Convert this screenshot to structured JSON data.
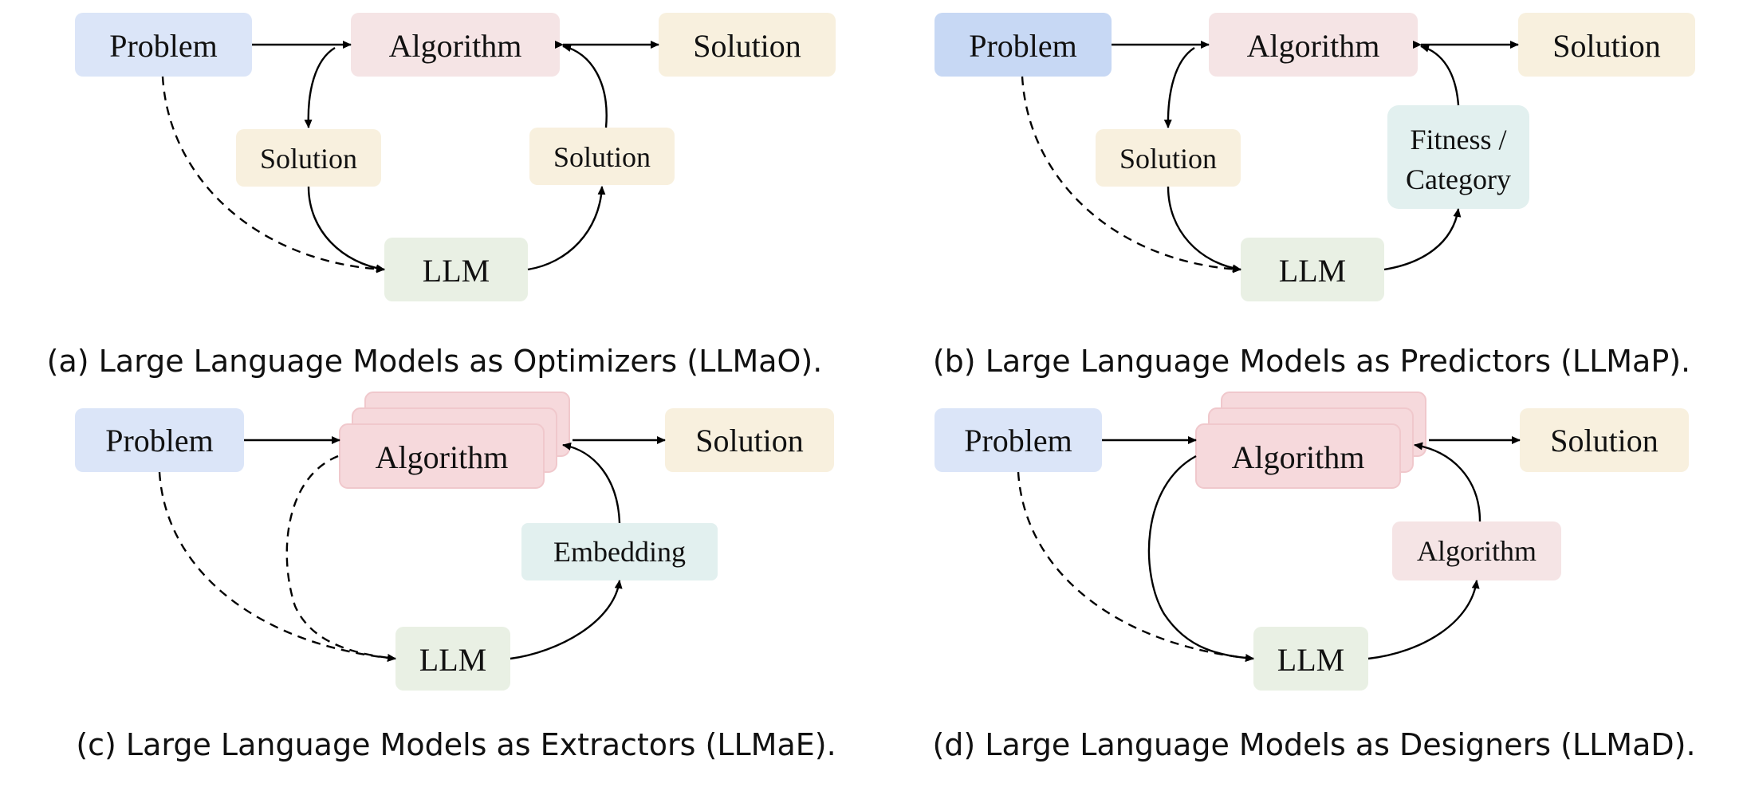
{
  "colors": {
    "problem": "#dbe5f8",
    "problem_strong": "#c7d8f4",
    "algorithm": "#f5e4e5",
    "algorithm_stack": "#f6d9dc",
    "algorithm_border": "#f0c8cc",
    "solution": "#f8f0de",
    "llm": "#e9f0e4",
    "fitness": "#e2f0ef",
    "embedding": "#e2f0ef",
    "arrow": "#000000"
  },
  "panels": [
    {
      "id": "a",
      "caption": "(a) Large Language Models as Optimizers (LLMaO).",
      "problem": "Problem",
      "algorithm": "Algorithm",
      "output": "Solution",
      "llm": "LLM",
      "loop_left": "Solution",
      "loop_right": "Solution"
    },
    {
      "id": "b",
      "caption": "(b) Large Language Models as Predictors (LLMaP).",
      "problem": "Problem",
      "algorithm": "Algorithm",
      "output": "Solution",
      "llm": "LLM",
      "loop_left": "Solution",
      "loop_right_line1": "Fitness /",
      "loop_right_line2": "Category"
    },
    {
      "id": "c",
      "caption": "(c) Large Language Models as Extractors (LLMaE).",
      "problem": "Problem",
      "algorithm": "Algorithm",
      "output": "Solution",
      "llm": "LLM",
      "loop_right": "Embedding"
    },
    {
      "id": "d",
      "caption": "(d) Large Language Models as Designers (LLMaD).",
      "problem": "Problem",
      "algorithm": "Algorithm",
      "output": "Solution",
      "llm": "LLM",
      "loop_right": "Algorithm"
    }
  ]
}
